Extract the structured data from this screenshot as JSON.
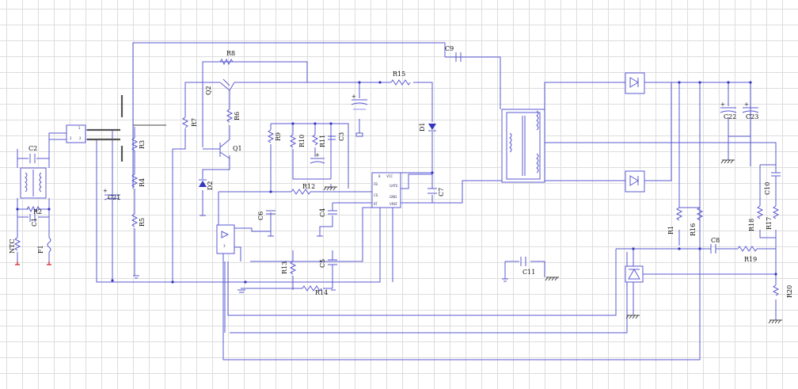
{
  "colors": {
    "wire": "#5a5ad2",
    "grid": "#dddddd",
    "label": "#111111",
    "ground_red": "#cc2222"
  },
  "labels": {
    "NTC": "NTC",
    "F1": "F1",
    "C2": "C2",
    "R2": "R2",
    "C1": "C1",
    "C21": "C21",
    "R3": "R3",
    "R4": "R4",
    "R5": "R5",
    "R7": "R7",
    "R8": "R8",
    "Q2": "Q2",
    "R6": "R6",
    "Q1": "Q1",
    "D2": "D2",
    "R9": "R9",
    "R10": "R10",
    "R11": "R11",
    "C3": "C3",
    "R12": "R12",
    "C6": "C6",
    "C4": "C4",
    "R13": "R13",
    "C5": "C5",
    "R14": "R14",
    "R15": "R15",
    "D1": "D1",
    "C7": "C7",
    "C9": "C9",
    "C11": "C11",
    "C22": "C22",
    "C23": "C23",
    "R1": "R1",
    "R16": "R16",
    "C8": "C8",
    "R19": "R19",
    "C10": "C10",
    "R18": "R18",
    "R17": "R17",
    "R20": "R20"
  }
}
